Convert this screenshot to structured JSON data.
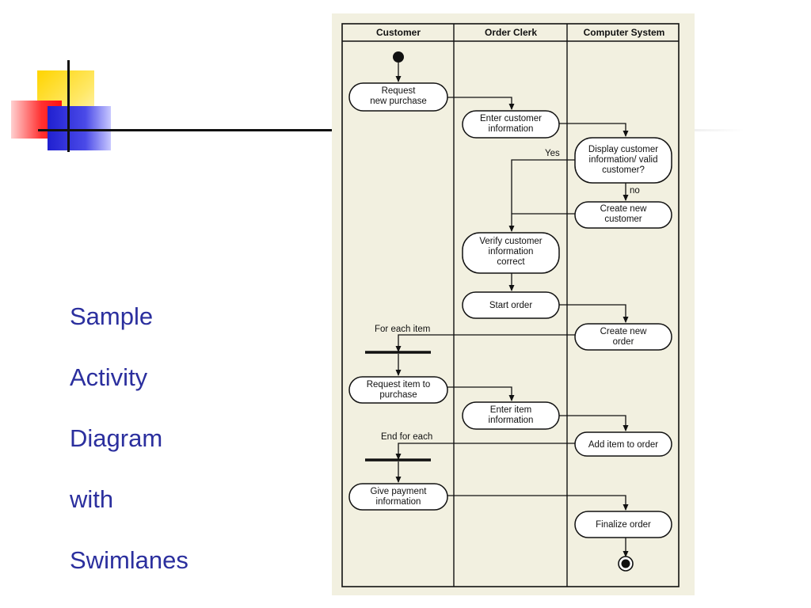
{
  "slide": {
    "title_lines": [
      "Sample",
      "Activity",
      "Diagram",
      "with",
      "Swimlanes"
    ]
  },
  "diagram": {
    "lanes": [
      "Customer",
      "Order Clerk",
      "Computer System"
    ],
    "nodes": {
      "request_purchase": [
        "Request",
        "new purchase"
      ],
      "enter_customer_info": [
        "Enter customer",
        "information"
      ],
      "display_customer_info": [
        "Display customer",
        "information/ valid",
        "customer?"
      ],
      "create_new_customer": [
        "Create new",
        "customer"
      ],
      "verify_customer_info": [
        "Verify customer",
        "information",
        "correct"
      ],
      "start_order": [
        "Start order"
      ],
      "create_new_order": [
        "Create new",
        "order"
      ],
      "request_item": [
        "Request item to",
        "purchase"
      ],
      "enter_item_info": [
        "Enter item",
        "information"
      ],
      "add_item_to_order": [
        "Add item to order"
      ],
      "give_payment_info": [
        "Give payment",
        "information"
      ],
      "finalize_order": [
        "Finalize order"
      ]
    },
    "labels": {
      "yes": "Yes",
      "no": "no",
      "for_each_item": "For each item",
      "end_for_each": "End for each"
    }
  }
}
